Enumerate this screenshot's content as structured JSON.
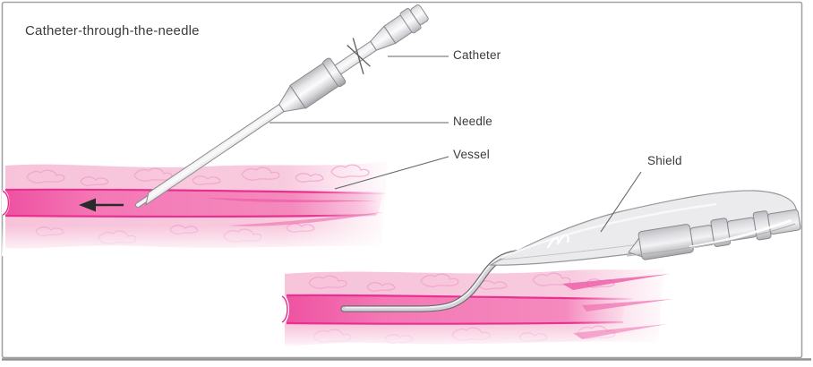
{
  "figure": {
    "title": "Catheter-through-the-needle",
    "labels": {
      "catheter": "Catheter",
      "needle": "Needle",
      "vessel": "Vessel",
      "shield": "Shield"
    },
    "colors": {
      "frame_border": "#a3a3a7",
      "text": "#3b3b3d",
      "leader_line": "#66666a",
      "arrow": "#2b2b2b",
      "tissue_pink": "#f8c6dc",
      "tissue_texture": "#ef9cc9",
      "lumen_pink": "#f478b6",
      "lumen_edge": "#e8308f",
      "device_light": "#ebebed",
      "device_outline": "#8a8a8e"
    }
  }
}
